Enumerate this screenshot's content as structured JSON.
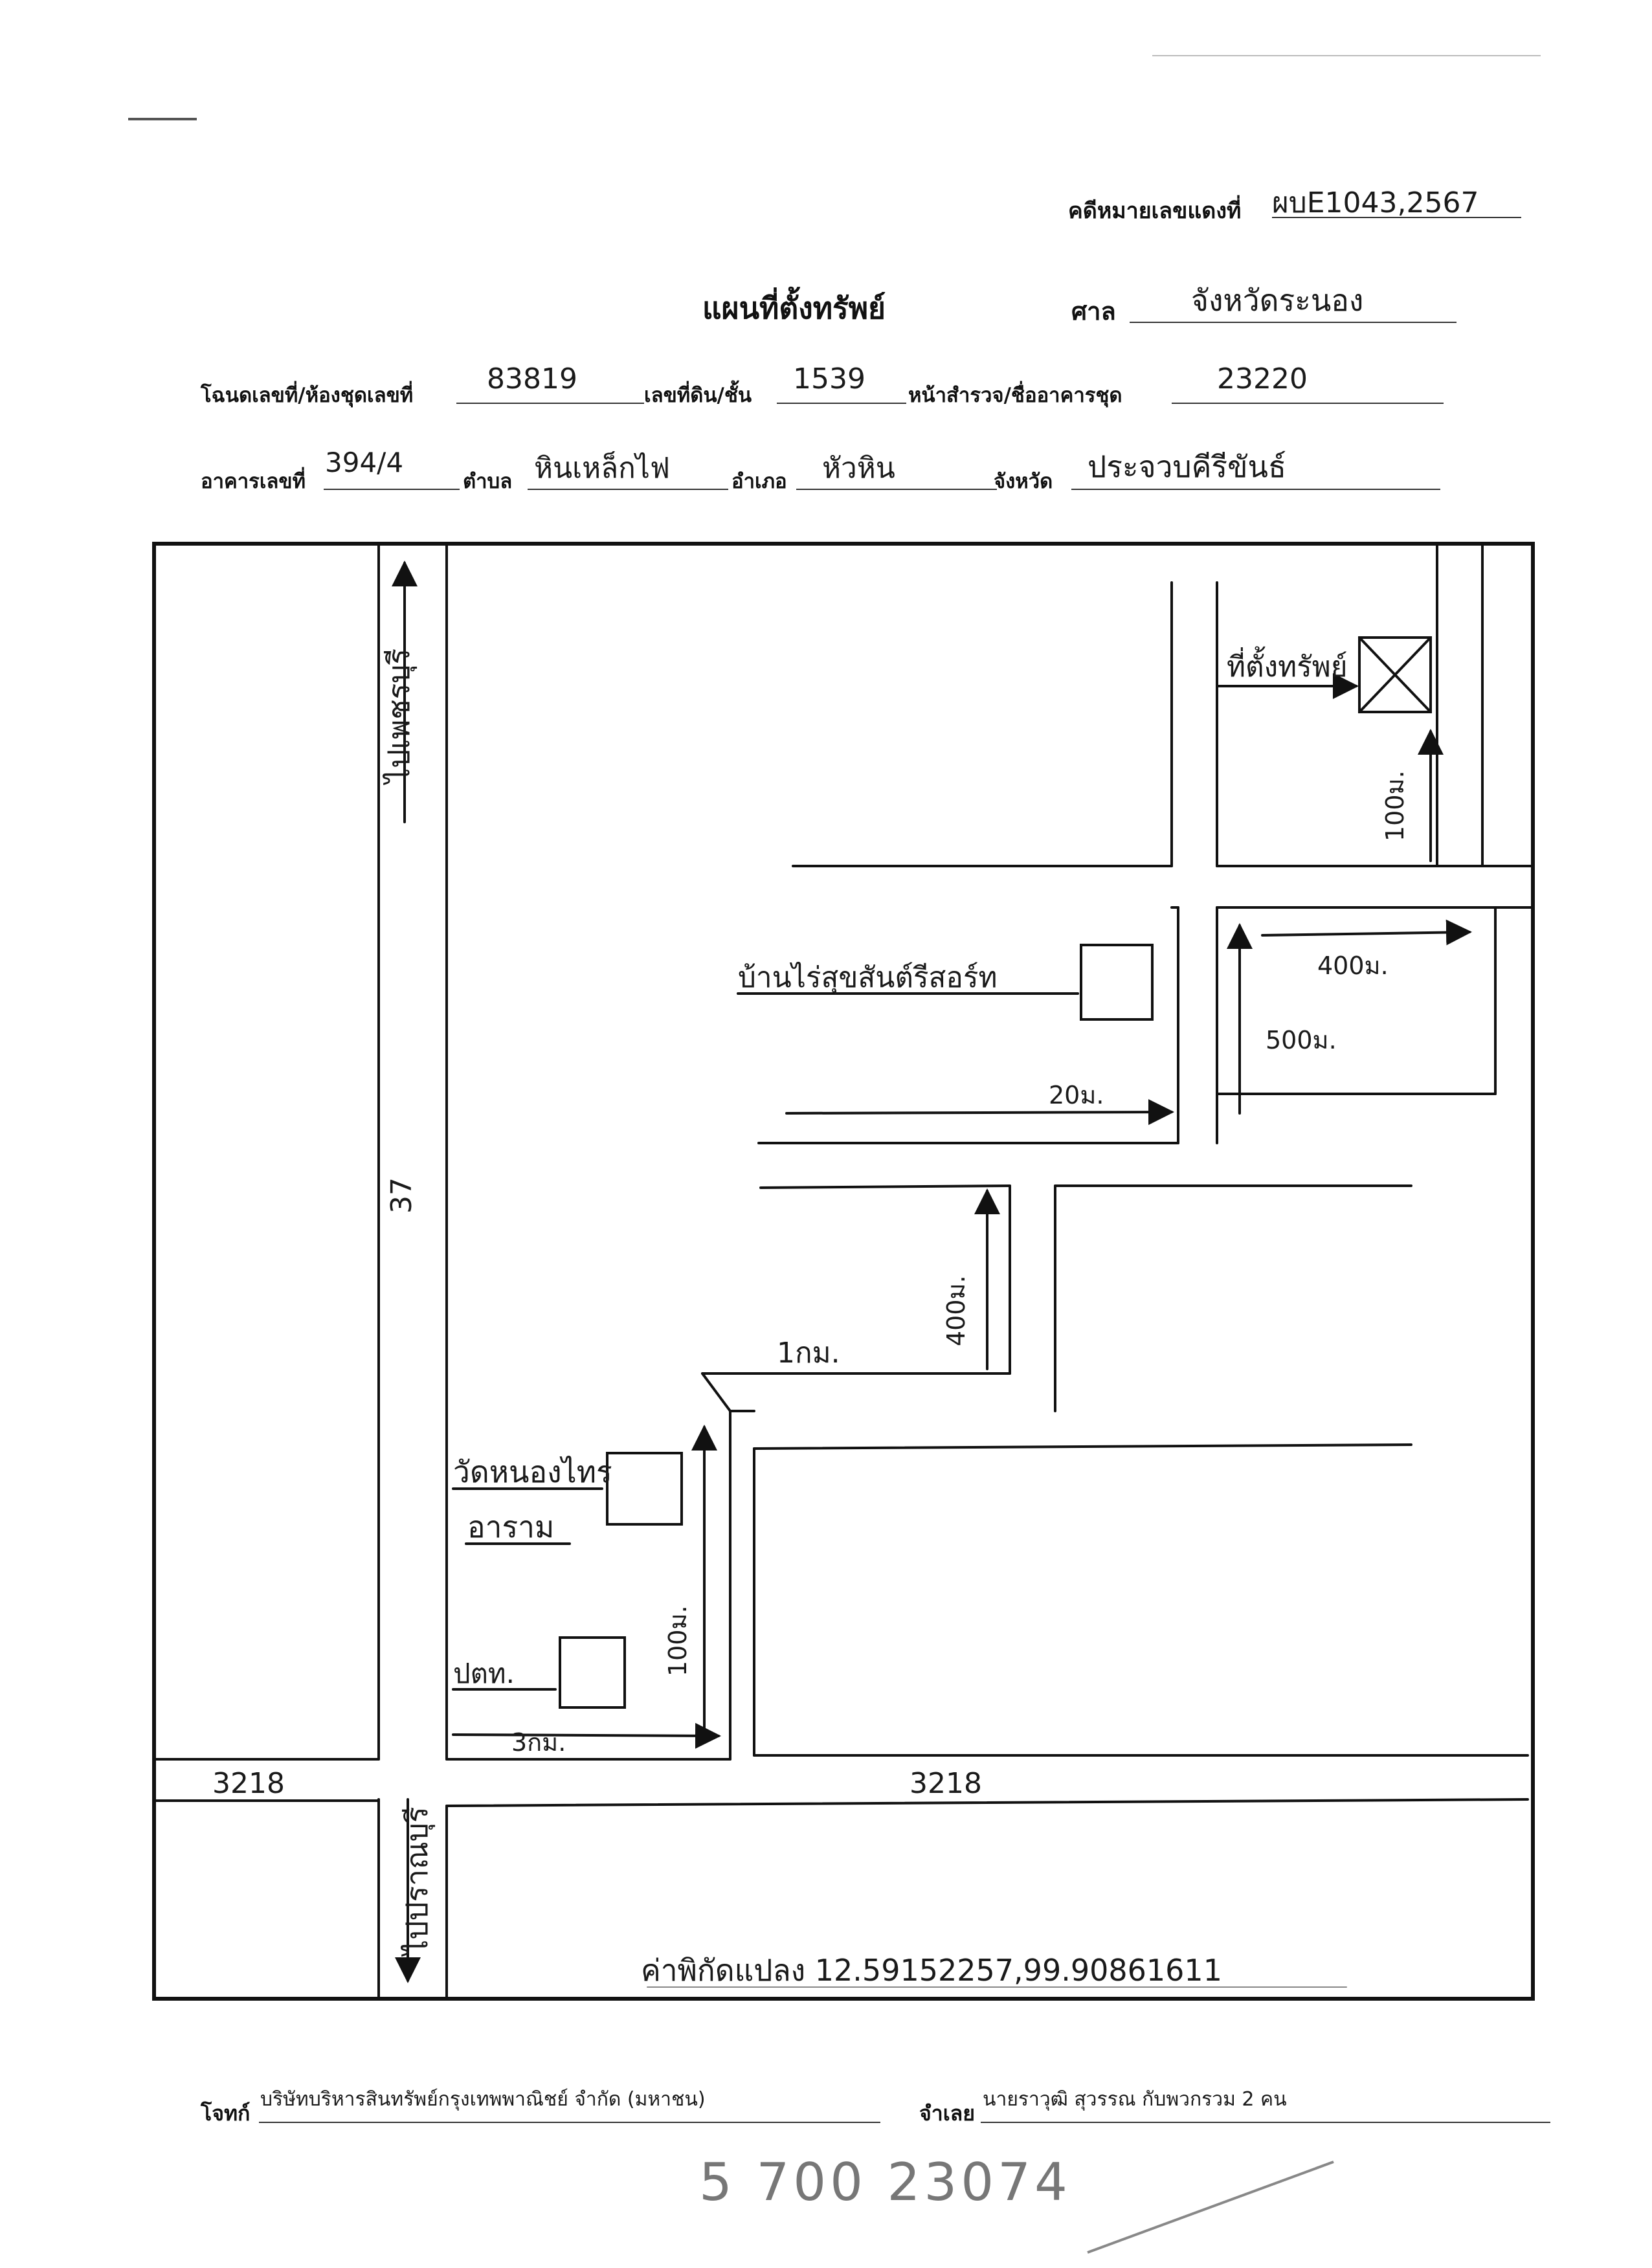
{
  "header": {
    "case_label": "คดีหมายเลขแดงที่",
    "case_value": "ผบE1043,2567",
    "title": "แผนที่ตั้งทรัพย์",
    "court_label": "ศาล",
    "court_value": "จังหวัดระนอง"
  },
  "fields": {
    "deed_label": "โฉนดเลขที่/ห้องชุดเลขที่",
    "deed_value": "83819",
    "land_no_label": "เลขที่ดิน/ชั้น",
    "land_no_value": "1539",
    "survey_label": "หน้าสำรวจ/ชื่ออาคารชุด",
    "survey_value": "23220",
    "building_label": "อาคารเลขที่",
    "building_value": "394/4",
    "subdistrict_label": "ตำบล",
    "subdistrict_value": "หินเหล็กไฟ",
    "district_label": "อำเภอ",
    "district_value": "หัวหิน",
    "province_label": "จังหวัด",
    "province_value": "ประจวบคีรีขันธ์"
  },
  "map": {
    "road_north": "ไปเพชรบุรี",
    "road_number_37": "37",
    "road_south": "ไปปราณบุรี",
    "road_3218_left": "3218",
    "road_3218_right": "3218",
    "property_label": "ที่ตั้งทรัพย์",
    "dist_100m_top": "100ม.",
    "dist_400m_right": "400ม.",
    "dist_500m": "500ม.",
    "landmark_resort": "บ้านไร่สุขสันต์รีสอร์ท",
    "dist_20m": "20ม.",
    "dist_400m_mid": "400ม.",
    "dist_1km": "1กม.",
    "temple_line1": "วัดหนองไทร",
    "temple_line2": "อาราม",
    "pttm": "ปตท.",
    "dist_100m_left": "100ม.",
    "dist_3km": "3กม.",
    "coordinates": "ค่าพิกัดแปลง 12.59152257,99.90861611"
  },
  "footer": {
    "plaintiff_label": "โจทก์",
    "plaintiff_value": "บริษัทบริหารสินทรัพย์กรุงเทพพาณิชย์ จำกัด (มหาชน)",
    "defendant_label": "จำเลย",
    "defendant_value": "นายราวุฒิ สุวรรณ กับพวกรวม 2 คน",
    "note": "5 700 23074"
  }
}
